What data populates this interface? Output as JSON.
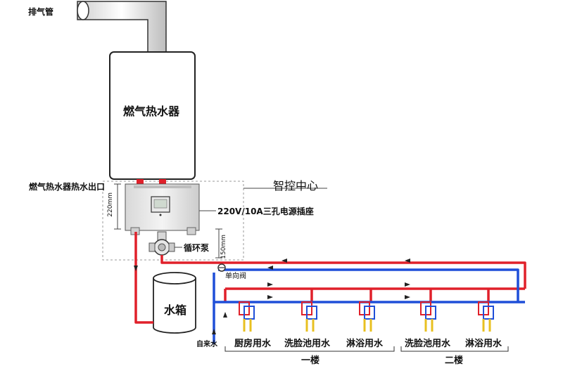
{
  "labels": {
    "exhaust_pipe": "排气管",
    "heater": "燃气热水器",
    "hot_water_outlet": "燃气热水器热水出口",
    "control_center": "智控中心",
    "power_socket": "220V/10A三孔电源插座",
    "dim_220": "220mm",
    "circulation_pump": "循环泵",
    "dim_150": "150mm",
    "check_valve": "单向阀",
    "water_tank": "水箱",
    "tap_water": "自来水",
    "fixtures": [
      "厨房用水",
      "洗脸池用水",
      "淋浴用水",
      "洗脸池用水",
      "淋浴用水"
    ],
    "floor_1": "一楼",
    "floor_2": "二楼"
  },
  "colors": {
    "hot_pipe": "#e0202a",
    "cold_pipe": "#1f4fd8",
    "feed_pipe": "#e8c020",
    "outline": "#222222",
    "dashed": "#888888"
  }
}
